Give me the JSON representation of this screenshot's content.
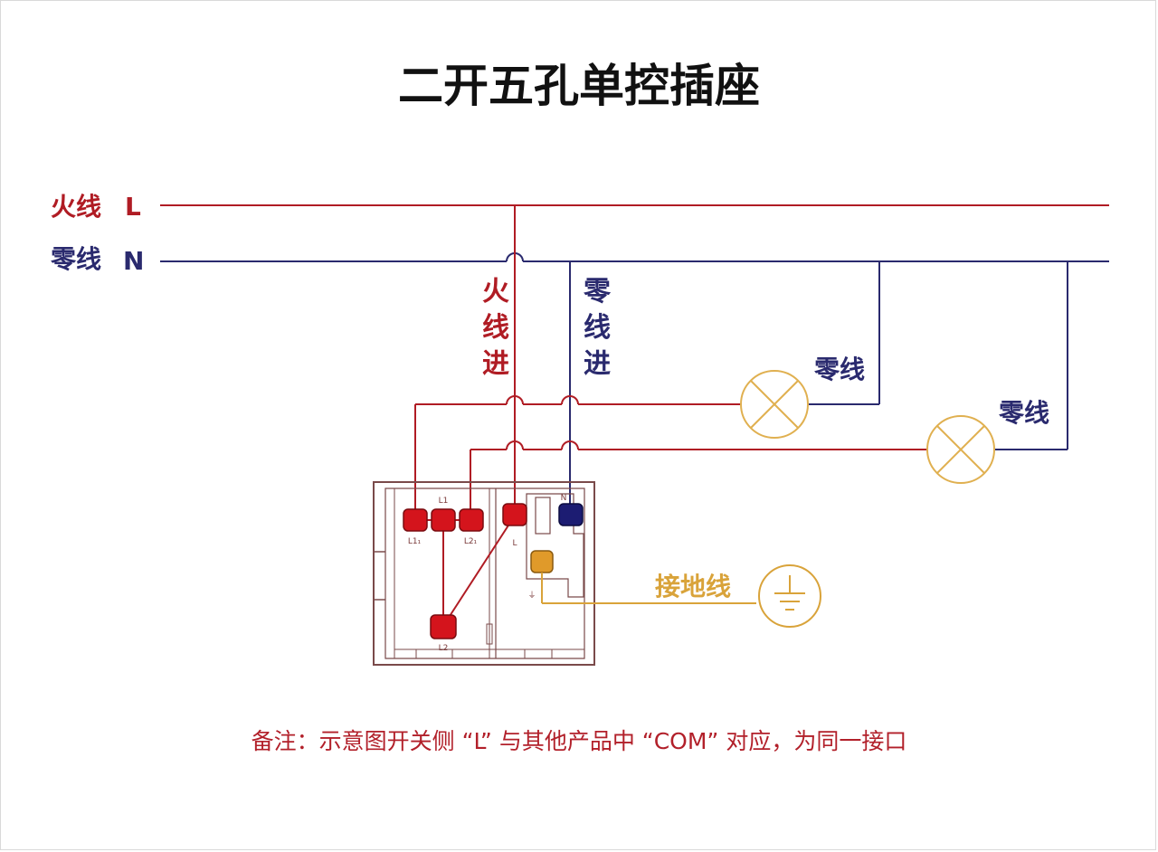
{
  "title": "二开五孔单控插座",
  "colors": {
    "live": "#b01c24",
    "neutral": "#2a2a6e",
    "ground": "#d9a33a",
    "terminal_red": "#d4141c",
    "terminal_blue": "#1c1c72",
    "terminal_orange": "#e09a2a"
  },
  "lines": {
    "live_label": "火线",
    "live_letter": "L",
    "neutral_label": "零线",
    "neutral_letter": "N"
  },
  "vertical_labels": {
    "live_in": [
      "火",
      "线",
      "进"
    ],
    "neutral_in": [
      "零",
      "线",
      "进"
    ]
  },
  "lamps": {
    "lamp1_neutral_label": "零线",
    "lamp2_neutral_label": "零线"
  },
  "ground": {
    "label": "接地线",
    "icon": "ground-icon"
  },
  "terminals": {
    "l1_top": "L1",
    "l1_1": "L1₁",
    "l2_1": "L2₁",
    "l": "L",
    "n": "N",
    "l2": "L2",
    "ground_mark": "⏚"
  },
  "note": "备注：示意图开关侧 “L” 与其他产品中 “COM” 对应，为同一接口"
}
